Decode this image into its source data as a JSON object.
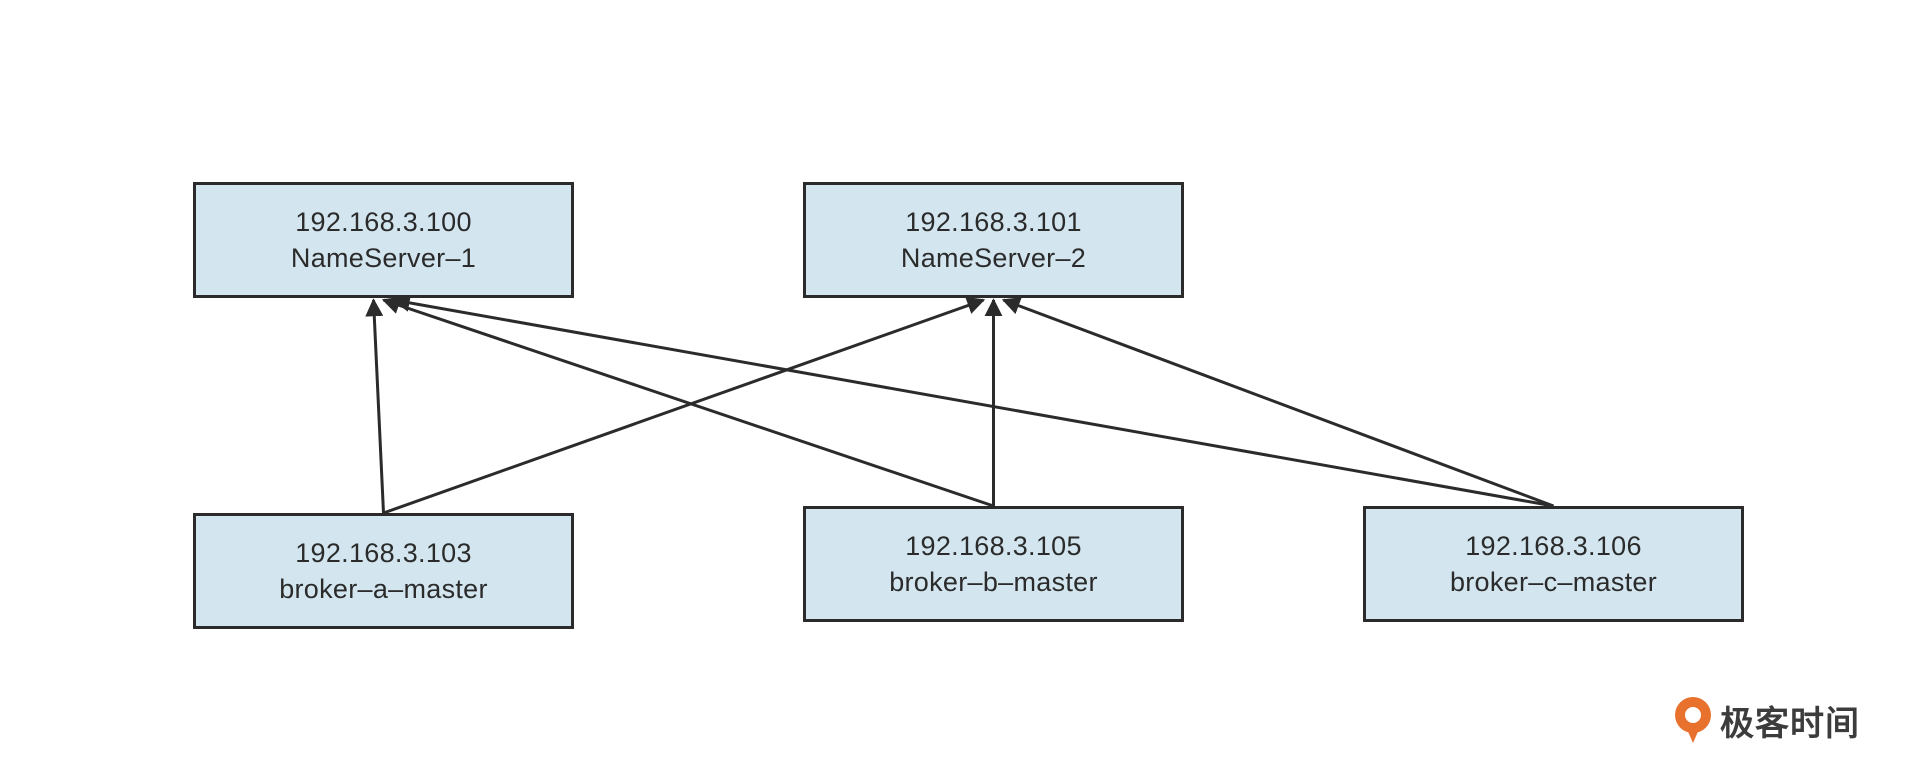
{
  "nodes": [
    {
      "id": "ns1",
      "ip": "192.168.3.100",
      "name": "NameServer–1"
    },
    {
      "id": "ns2",
      "ip": "192.168.3.101",
      "name": "NameServer–2"
    },
    {
      "id": "ba",
      "ip": "192.168.3.103",
      "name": "broker–a–master"
    },
    {
      "id": "bb",
      "ip": "192.168.3.105",
      "name": "broker–b–master"
    },
    {
      "id": "bc",
      "ip": "192.168.3.106",
      "name": "broker–c–master"
    }
  ],
  "edges": [
    {
      "from": "ba",
      "to": "ns1"
    },
    {
      "from": "ba",
      "to": "ns2"
    },
    {
      "from": "bb",
      "to": "ns1"
    },
    {
      "from": "bb",
      "to": "ns2"
    },
    {
      "from": "bc",
      "to": "ns1"
    },
    {
      "from": "bc",
      "to": "ns2"
    }
  ],
  "colors": {
    "node_fill": "#d3e6ef",
    "stroke": "#2b2b2b",
    "logo_accent": "#e8712e"
  },
  "logo": {
    "icon": "geekbang-logo-icon",
    "text": "极客时间"
  }
}
